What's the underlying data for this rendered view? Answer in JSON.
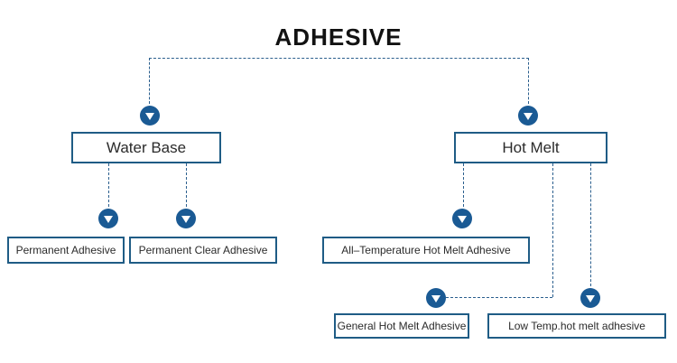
{
  "title": "ADHESIVE",
  "colors": {
    "box_border": "#1f5c85",
    "arrow_fill": "#1a5a94",
    "connector": "#2b5f8e",
    "title_text": "#121212",
    "node_text": "#2b2b2b",
    "background": "#ffffff"
  },
  "icons": {
    "connector_arrow": "circle-down-arrow"
  },
  "tree": {
    "root": {
      "label": "ADHESIVE"
    },
    "branches": [
      {
        "label": "Water Base",
        "children": [
          {
            "label": "Permanent Adhesive"
          },
          {
            "label": "Permanent Clear Adhesive"
          }
        ]
      },
      {
        "label": "Hot Melt",
        "children": [
          {
            "label": "All–Temperature Hot Melt Adhesive"
          },
          {
            "label": "General Hot Melt Adhesive"
          },
          {
            "label": "Low Temp.hot melt adhesive"
          }
        ]
      }
    ]
  }
}
